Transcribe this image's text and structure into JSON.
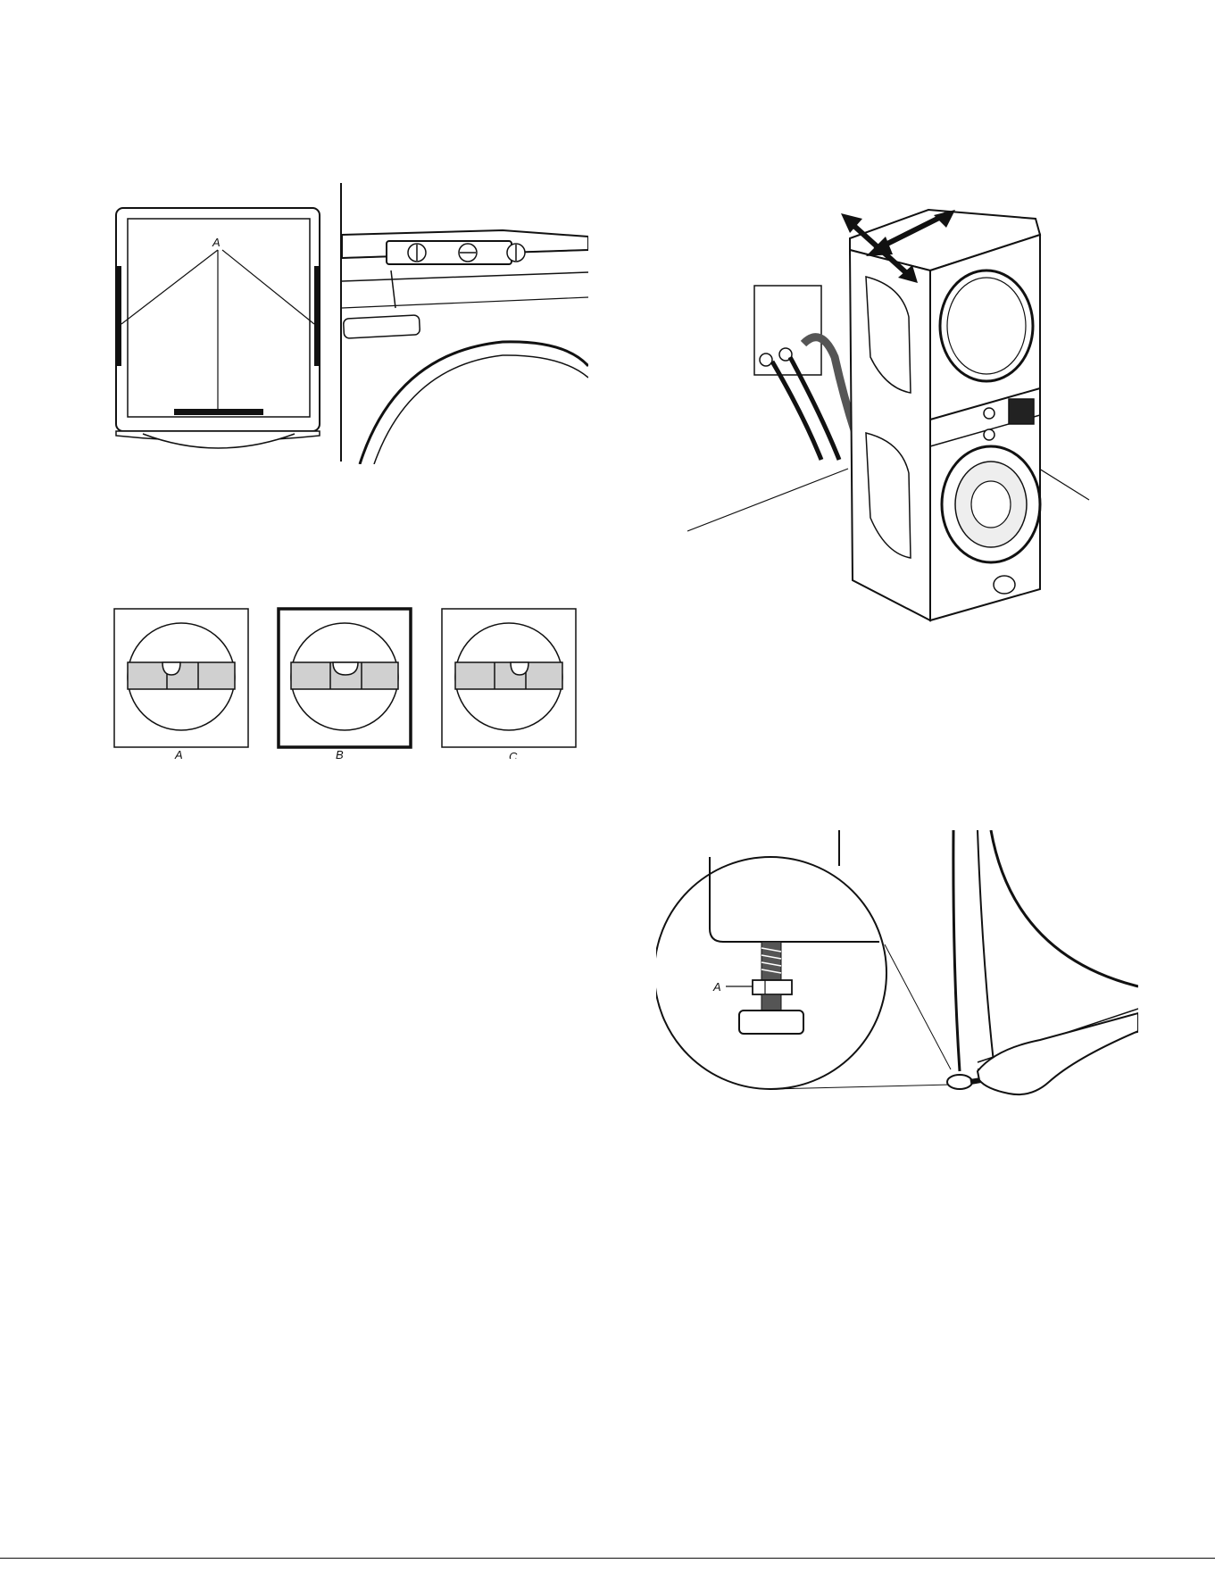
{
  "figure_top_view": {
    "callout": "A"
  },
  "figure_bubble_levels": {
    "labels": [
      "A",
      "B",
      "C"
    ],
    "selected_index": 1
  },
  "figure_foot_detail": {
    "callout": "A"
  }
}
